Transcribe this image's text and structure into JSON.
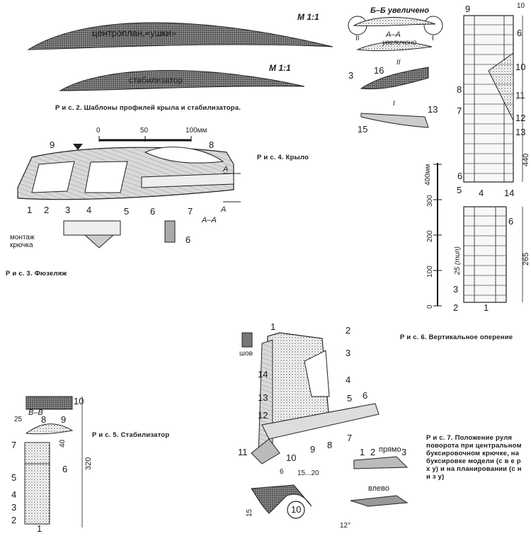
{
  "fig2": {
    "scale1": "М 1:1",
    "scale2": "М 1:1",
    "profile1": "центроплан,«ушки»",
    "profile2": "стабилизатор",
    "caption": "Р и с. 2. Шаблоны профилей крыла и стабилизатора."
  },
  "fig3": {
    "ruler": [
      "0",
      "50",
      "100мм"
    ],
    "parts": [
      "9",
      "8",
      "1",
      "2",
      "3",
      "4",
      "5",
      "6",
      "7",
      "6"
    ],
    "section": "А–А",
    "mark_a": "А",
    "mark_a2": "А",
    "hook": "монтаж\nкрючка",
    "caption": "Р и с. 3. Фюзеляж"
  },
  "fig4": {
    "caption": "Р и с. 4. Крыло",
    "section_bb": "Б–Б увеличено",
    "section_aa": "А–А",
    "aa_note": "увеличено",
    "callout_ii": "II",
    "callout_i": "I",
    "parts": [
      "3",
      "16",
      "15",
      "13"
    ]
  },
  "fig5": {
    "caption": "Р и с. 5. Стабилизатор",
    "section": "В–В",
    "dim_25": "25",
    "dim_40": "40",
    "dim_320": "320",
    "parts": [
      "10",
      "8",
      "9",
      "7",
      "6",
      "5",
      "4",
      "3",
      "2",
      "1"
    ]
  },
  "fig6": {
    "caption": "Р и с. 6. Вертикальное оперение",
    "scale_label": "400мм",
    "scale_ticks": [
      "0",
      "100",
      "200",
      "300"
    ],
    "dim_440": "440",
    "dim_265": "265",
    "dim_10": "10",
    "typ": "25 (тип)",
    "parts_right": [
      "6",
      "10",
      "11",
      "12",
      "13",
      "6"
    ],
    "parts_left": [
      "9",
      "8",
      "7",
      "6",
      "5",
      "4",
      "14",
      "3",
      "2",
      "1"
    ]
  },
  "fig7": {
    "caption": "Р и с. 7. Положение руля поворота при центральном буксировочном крючке, на буксировке модели (с в е р х у) и на планировании (с н и з у)",
    "seam": "шов",
    "straight": "прямо",
    "left": "влево",
    "angle": "12°",
    "dim_6": "6",
    "dim_15_20": "15...20",
    "dim_15": "15",
    "detail": "10",
    "parts": [
      "1",
      "2",
      "3",
      "4",
      "5",
      "6",
      "7",
      "8",
      "9",
      "10",
      "11",
      "12",
      "13",
      "14"
    ]
  }
}
